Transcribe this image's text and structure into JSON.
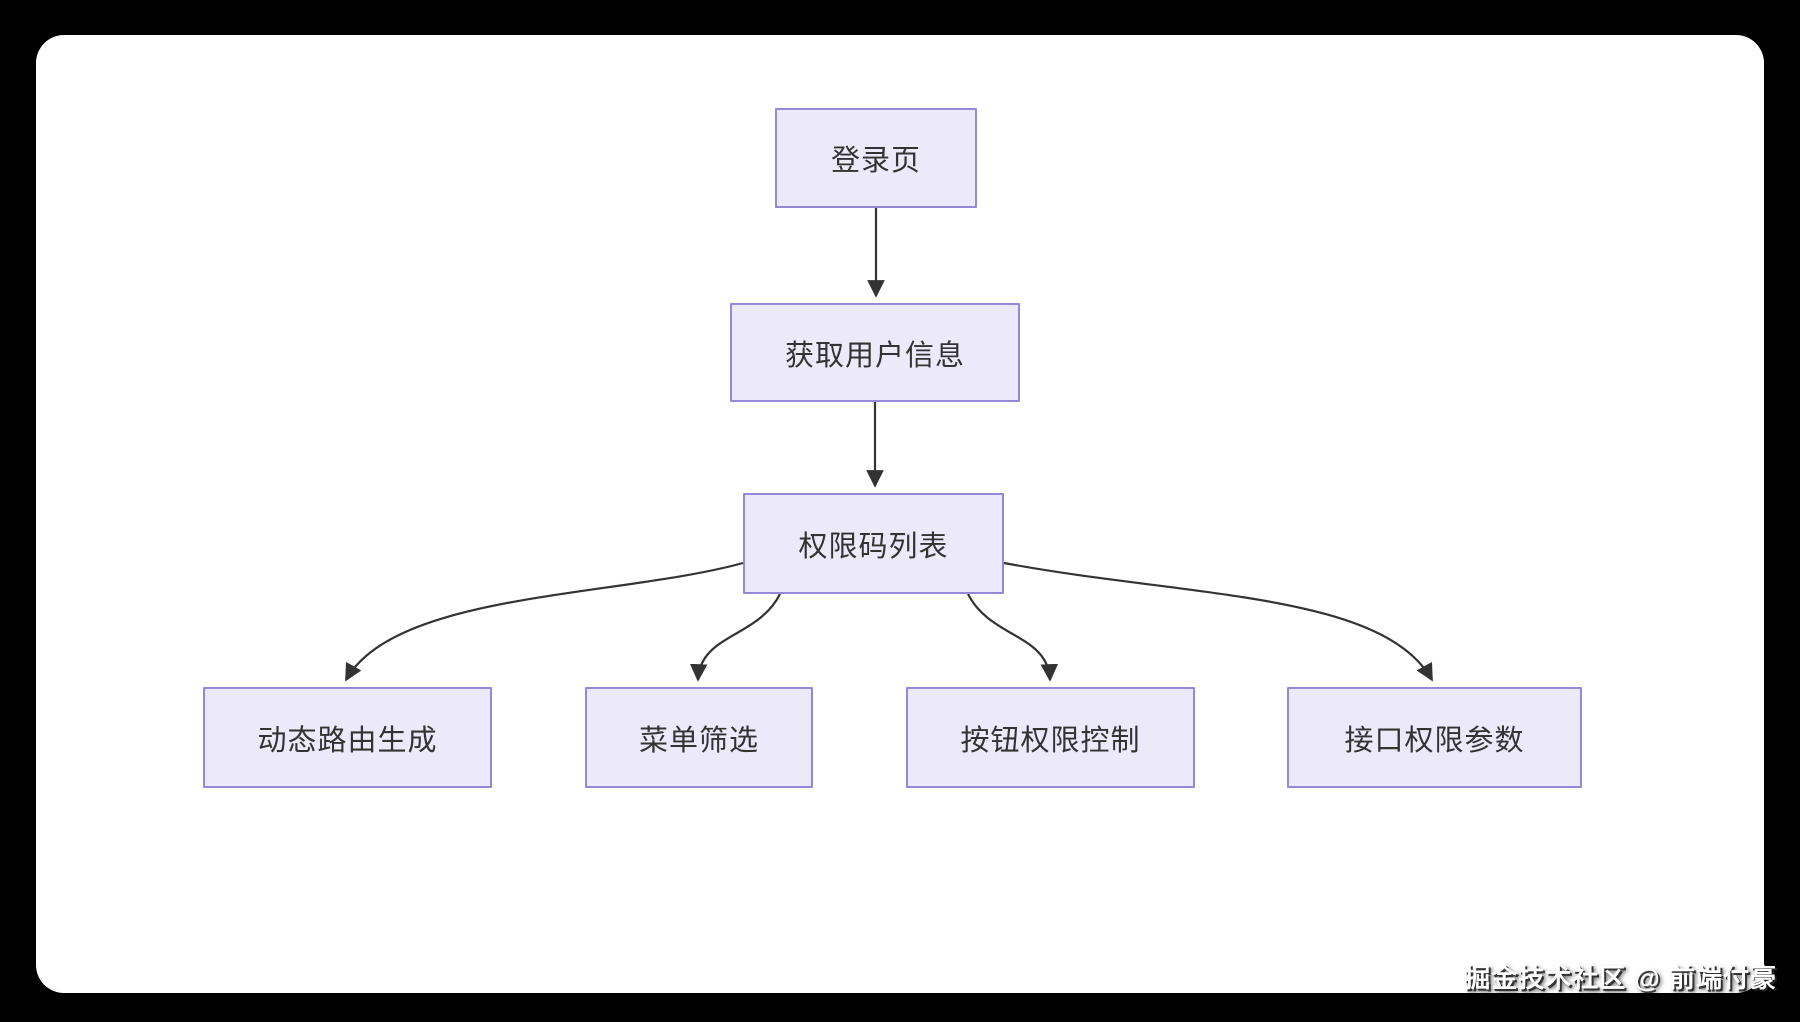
{
  "page": {
    "background_color": "#000000",
    "card_background_color": "#ffffff"
  },
  "watermark": {
    "text": "掘金技术社区 @ 前端付豪"
  },
  "diagram": {
    "type": "flowchart",
    "direction": "top-down",
    "node_fill_color": "#eceafa",
    "node_border_color": "#9588d6",
    "node_text_color": "#333333",
    "edge_color": "#333333",
    "nodes": [
      {
        "id": "login-page",
        "label": "登录页"
      },
      {
        "id": "get-user-info",
        "label": "获取用户信息"
      },
      {
        "id": "permission-code-list",
        "label": "权限码列表"
      },
      {
        "id": "dynamic-route-generation",
        "label": "动态路由生成"
      },
      {
        "id": "menu-filtering",
        "label": "菜单筛选"
      },
      {
        "id": "button-permission-control",
        "label": "按钮权限控制"
      },
      {
        "id": "api-permission-params",
        "label": "接口权限参数"
      }
    ],
    "edges": [
      {
        "from": "login-page",
        "to": "get-user-info"
      },
      {
        "from": "get-user-info",
        "to": "permission-code-list"
      },
      {
        "from": "permission-code-list",
        "to": "dynamic-route-generation"
      },
      {
        "from": "permission-code-list",
        "to": "menu-filtering"
      },
      {
        "from": "permission-code-list",
        "to": "button-permission-control"
      },
      {
        "from": "permission-code-list",
        "to": "api-permission-params"
      }
    ]
  }
}
